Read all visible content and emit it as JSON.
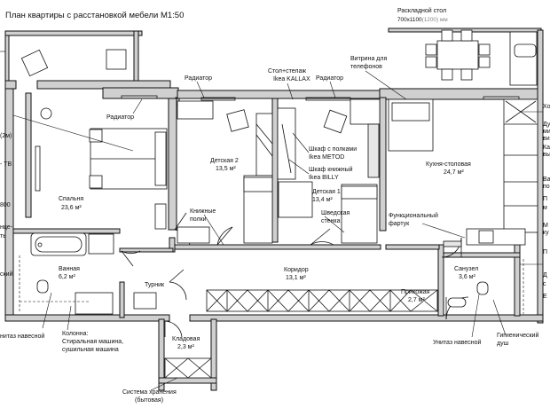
{
  "title": "План квартиры с расстановкой мебели М1:50",
  "rooms": {
    "bedroom": {
      "name": "Спальня",
      "area": "23,6 м²"
    },
    "child2": {
      "name": "Детская 2",
      "area": "13,5 м²"
    },
    "child1": {
      "name": "Детская 1",
      "area": "13,4 м²"
    },
    "kitchen": {
      "name": "Кухня-столовая",
      "area": "24,7 м²"
    },
    "bath": {
      "name": "Ванная",
      "area": "6,2 м²"
    },
    "corridor": {
      "name": "Коридор",
      "area": "13,1 м²"
    },
    "wc": {
      "name": "Санузел",
      "area": "3,6 м²"
    },
    "hall": {
      "name": "Прихожая",
      "area": "2,7 м²"
    },
    "storage": {
      "name": "Кладовая",
      "area": "2,3 м²"
    }
  },
  "labels": {
    "table_line1": "Раскладной стол",
    "table_line2": "700x1100",
    "table_line2_extra": "(1200) мм",
    "radiator": "Радиатор",
    "desk_line1": "Стол+стелаж",
    "desk_line2": "Ikea KALLAX",
    "showcase_line1": "Витрина для",
    "showcase_line2": "телефонов",
    "shelf_line1": "Шкаф с полками",
    "shelf_line2": "Ikea METOD",
    "book_line1": "Шкаф книжный",
    "book_line2": "Ikea BILLY",
    "bookshelves_line1": "Книжные",
    "bookshelves_line2": "полки",
    "swedish_line1": "Шведская",
    "swedish_line2": "стенка",
    "apron_line1": "Функциональный",
    "apron_line2": "фартук",
    "bar": "Турник",
    "column_line1": "Колонна:",
    "column_line2": "Стиральная машина,",
    "column_line3": "сушильная машина",
    "toilet_wall": "Унитаз навесной",
    "toilet_wall_wc": "Унитаз навесной",
    "hygienic_line1": "Гигиенический",
    "hygienic_line2": "душ",
    "system_line1": "Система хранения",
    "system_line2": "(бытовая)",
    "left_m2": "(2м)",
    "left_tv": "- ТВ",
    "left_800": "800",
    "left_s1": "нце-",
    "left_s2": "ть",
    "left_s3": "ский",
    "left_s4": "нитаз навесной"
  },
  "right_labels": [
    "Хо",
    "Ду",
    "ми",
    "ви",
    "Ка",
    "вы",
    "Ва",
    "по",
    "П",
    "м",
    "М",
    "ку",
    "П",
    "Д",
    "с",
    "Е"
  ]
}
